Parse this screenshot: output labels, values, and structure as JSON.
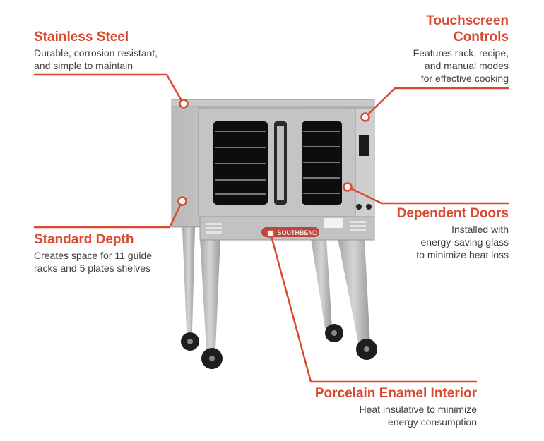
{
  "accent": "#d9492f",
  "brand_label": "SOUTHBEND",
  "callouts": {
    "stainless": {
      "title": "Stainless Steel",
      "desc": [
        "Durable, corrosion resistant,",
        "and simple to maintain"
      ]
    },
    "touchscreen": {
      "title": [
        "Touchscreen",
        "Controls"
      ],
      "desc": [
        "Features rack, recipe,",
        "and manual modes",
        "for effective cooking"
      ]
    },
    "doors": {
      "title": "Dependent Doors",
      "desc": [
        "Installed with",
        "energy-saving glass",
        "to minimize heat loss"
      ]
    },
    "depth": {
      "title": "Standard Depth",
      "desc": [
        "Creates space for 11 guide",
        "racks and 5 plates shelves"
      ]
    },
    "porcelain": {
      "title": "Porcelain Enamel Interior",
      "desc": [
        "Heat insulative to minimize",
        "energy consumption"
      ]
    }
  }
}
